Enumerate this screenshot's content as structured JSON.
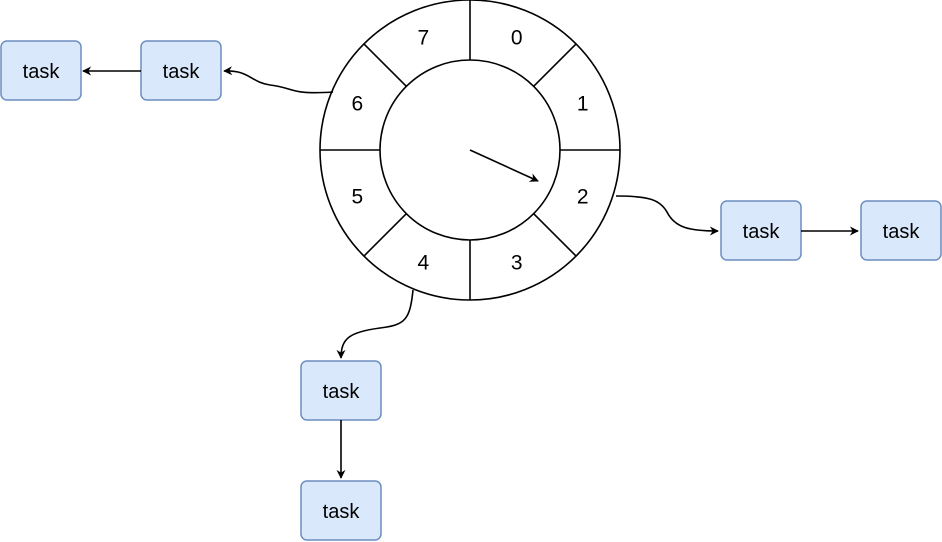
{
  "wheel": {
    "slots": [
      "0",
      "1",
      "2",
      "3",
      "4",
      "5",
      "6",
      "7"
    ],
    "pointer_slot": "2"
  },
  "task_label": "task",
  "chains": [
    {
      "slot": "6",
      "tasks": [
        "task",
        "task"
      ]
    },
    {
      "slot": "2",
      "tasks": [
        "task",
        "task"
      ]
    },
    {
      "slot": "4",
      "tasks": [
        "task",
        "task"
      ]
    }
  ],
  "colors": {
    "task_fill": "#dae8fc",
    "task_border": "#6c8ebf",
    "line": "#000000"
  }
}
